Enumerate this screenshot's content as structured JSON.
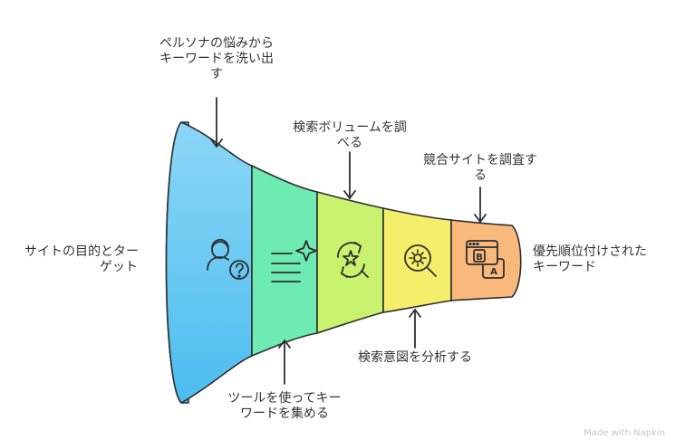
{
  "left_label": {
    "line1": "サイトの目的とター",
    "line2": "ゲット"
  },
  "right_label": {
    "line1": "優先順位付けされた",
    "line2": "キーワード"
  },
  "stages": [
    {
      "label_lines": [
        "ペルソナの悩みから",
        "キーワードを洗い出",
        "す"
      ],
      "color": "#72C7F3",
      "icon": "persona-question-icon"
    },
    {
      "label_lines": [
        "ツールを使ってキー",
        "ワードを集める"
      ],
      "color": "#6EEBB3",
      "icon": "list-sparkle-icon"
    },
    {
      "label_lines": [
        "検索ボリュームを調",
        "べる"
      ],
      "color": "#C9F26E",
      "icon": "search-star-refresh-icon"
    },
    {
      "label_lines": [
        "検索意図を分析する"
      ],
      "color": "#F5EE6A",
      "icon": "gear-search-icon"
    },
    {
      "label_lines": [
        "競合サイトを調査す",
        "る"
      ],
      "color": "#F9B87C",
      "icon": "ab-test-icon"
    }
  ],
  "ab_icon": {
    "b": "B",
    "a": "A"
  },
  "watermark": "Made with Napkin"
}
